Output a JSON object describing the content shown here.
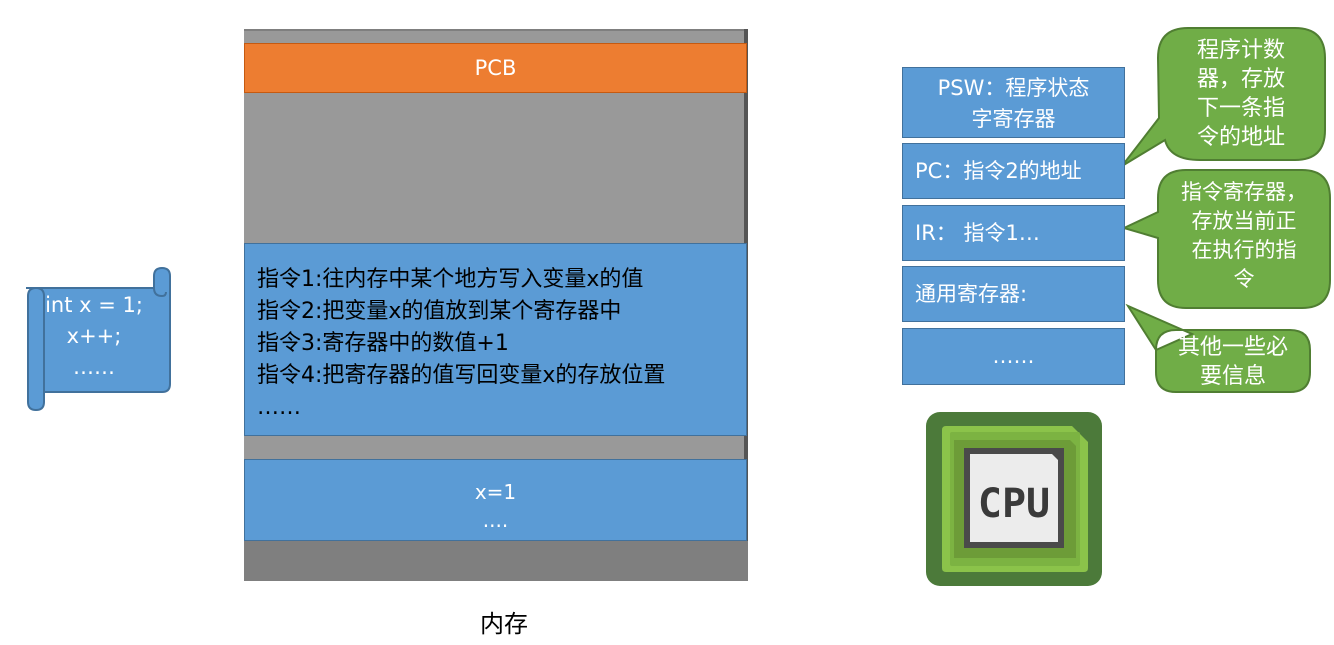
{
  "code_scroll": {
    "lines": [
      "int x = 1;",
      "x++;",
      "……"
    ]
  },
  "memory": {
    "pcb_label": "PCB",
    "instructions": [
      "指令1:往内存中某个地方写入变量x的值",
      "指令2:把变量x的值放到某个寄存器中",
      "指令3:寄存器中的数值+1",
      "指令4:把寄存器的值写回变量x的存放位置",
      "……"
    ],
    "data": [
      "x=1",
      "...."
    ],
    "caption": "内存"
  },
  "registers": {
    "psw": [
      "PSW：程序状态",
      "字寄存器"
    ],
    "pc": "PC：指令2的地址",
    "ir": "IR： 指令1…",
    "gpr": "通用寄存器:",
    "more": "……"
  },
  "callouts": {
    "pc": [
      "程序计数",
      "器，存放",
      "下一条指",
      "令的地址"
    ],
    "ir": [
      "指令寄存器，",
      "存放当前正",
      "在执行的指",
      "令"
    ],
    "gpr": [
      "其他一些必",
      "要信息"
    ]
  },
  "cpu": {
    "label": "CPU"
  },
  "colors": {
    "blue": "#5b9bd5",
    "orange": "#ed7d31",
    "green": "#70ad47",
    "gray": "#999999"
  }
}
